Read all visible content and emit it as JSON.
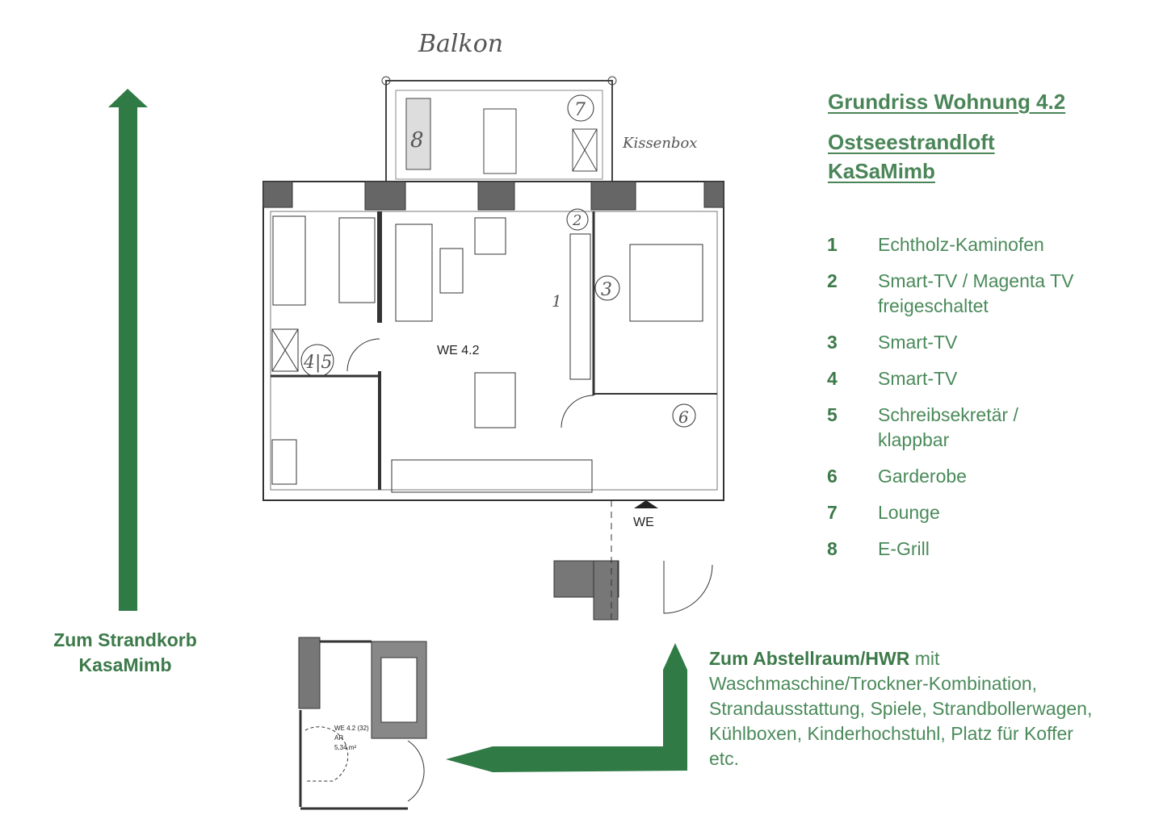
{
  "header": {
    "title": "Grundriss Wohnung 4.2",
    "subtitle_line1": "Ostseestrandloft",
    "subtitle_line2": "KaSaMimb"
  },
  "legend": [
    {
      "num": "1",
      "label": "Echtholz-Kaminofen"
    },
    {
      "num": "2",
      "label": "Smart-TV / Magenta TV freigeschaltet"
    },
    {
      "num": "3",
      "label": "Smart-TV"
    },
    {
      "num": "4",
      "label": "Smart-TV"
    },
    {
      "num": "5",
      "label": "Schreibsekretär / klappbar"
    },
    {
      "num": "6",
      "label": "Garderobe"
    },
    {
      "num": "7",
      "label": "Lounge"
    },
    {
      "num": "8",
      "label": "E-Grill"
    }
  ],
  "plan": {
    "balcony_label": "Balkon",
    "kissenbox_label": "Kissenbox",
    "unit_label": "WE 4.2",
    "entrance_label": "WE",
    "markers": [
      "1",
      "2",
      "3",
      "4|5",
      "6",
      "7",
      "8"
    ],
    "storage": {
      "unit": "WE 4.2 (32)",
      "type": "AR",
      "area": "5,34 m²"
    }
  },
  "annotations": {
    "strandkorb_line1": "Zum Strandkorb",
    "strandkorb_line2": "KasaMimb",
    "abstell_bold": "Zum Abstellraum/HWR",
    "abstell_text": " mit Waschmaschine/Trockner-Kombination, Strandausstattung, Spiele, Strandbollerwagen, Kühlboxen, Kinderhochstuhl, Platz für Koffer etc."
  },
  "colors": {
    "accent": "#3d7a4a",
    "arrow": "#2f7a45"
  }
}
